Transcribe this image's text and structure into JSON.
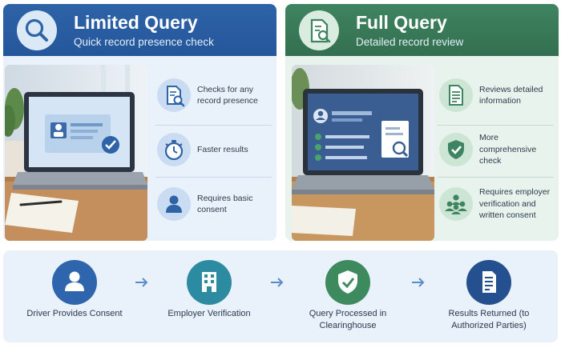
{
  "limited": {
    "title": "Limited Query",
    "subtitle": "Quick record presence check",
    "features": [
      {
        "text": "Checks for any record presence",
        "icon": "document-search-icon"
      },
      {
        "text": "Faster results",
        "icon": "stopwatch-icon"
      },
      {
        "text": "Requires basic consent",
        "icon": "person-icon"
      }
    ],
    "icon": "magnifier-icon"
  },
  "full": {
    "title": "Full Query",
    "subtitle": "Detailed record review",
    "features": [
      {
        "text": "Reviews detailed information",
        "icon": "document-list-icon"
      },
      {
        "text": "More comprehensive check",
        "icon": "shield-check-icon"
      },
      {
        "text": "Requires employer verification and written consent",
        "icon": "group-icon"
      }
    ],
    "icon": "document-magnifier-icon"
  },
  "process": {
    "steps": [
      {
        "label": "Driver Provides Consent",
        "icon": "person-icon",
        "color": "#2f65ad"
      },
      {
        "label": "Employer Verification",
        "icon": "building-icon",
        "color": "#2c8aa1"
      },
      {
        "label": "Query Processed in Clearinghouse",
        "icon": "shield-check-icon",
        "color": "#3d8a5f"
      },
      {
        "label": "Results Returned (to Authorized Parties)",
        "icon": "document-icon",
        "color": "#24508f"
      }
    ]
  },
  "colors": {
    "limited_accent": "#2e63a8",
    "full_accent": "#3f8460",
    "arrow": "#5a8cc8"
  }
}
